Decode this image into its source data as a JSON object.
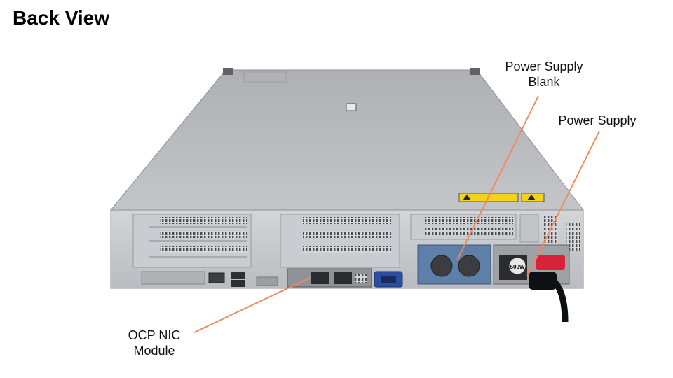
{
  "title": "Back View",
  "labels": {
    "power_supply_blank_line1": "Power Supply",
    "power_supply_blank_line2": "Blank",
    "power_supply": "Power Supply",
    "ocp_nic_line1": "OCP NIC",
    "ocp_nic_line2": "Module"
  },
  "psu_badge": "500W",
  "colors": {
    "callout_line": "#ef8b5c",
    "chassis_top": "#b7b9bc",
    "chassis_back": "#c4c7cc",
    "vga_port": "#2b4fa0",
    "psu_blank": "#5d7fa8",
    "warning_label": "#f2d21a"
  }
}
